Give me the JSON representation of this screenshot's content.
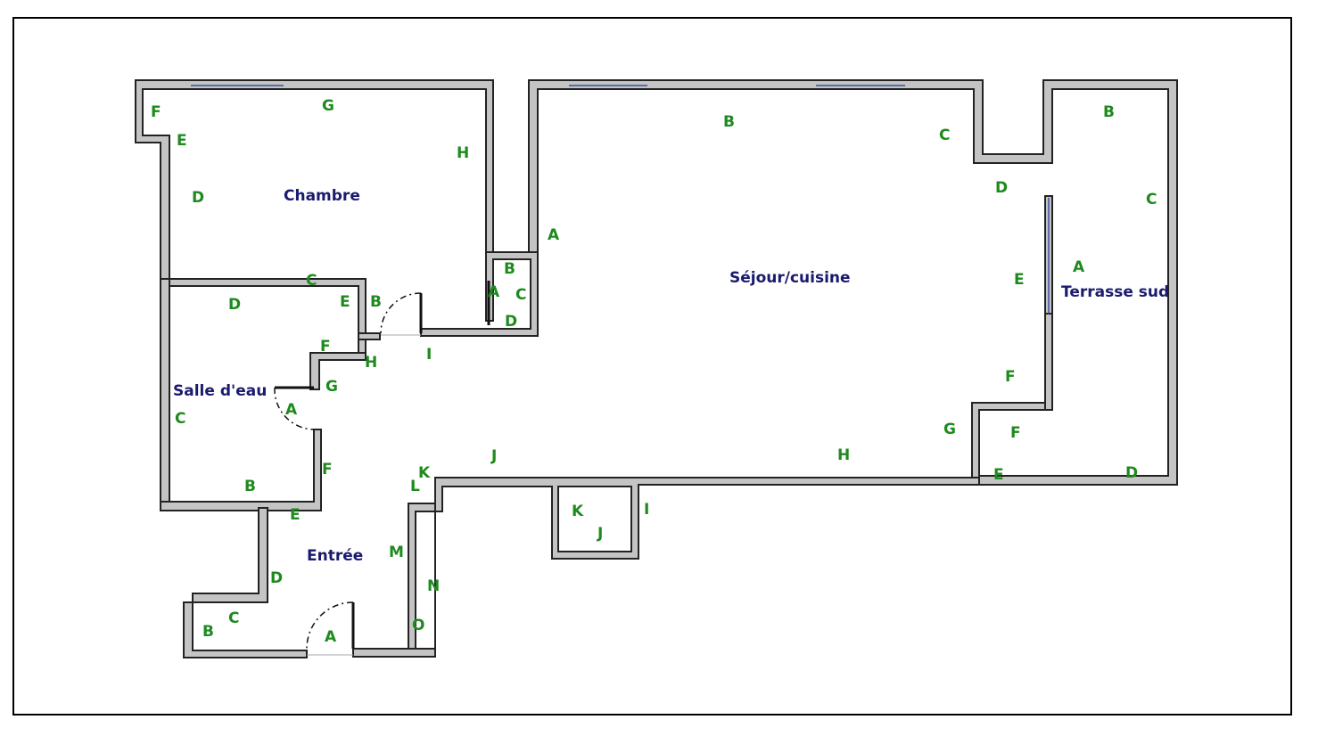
{
  "rooms": {
    "chambre": "Chambre",
    "sejour": "Séjour/cuisine",
    "terrasse": "Terrasse sud",
    "salle_eau": "Salle d'eau",
    "entree": "Entrée"
  },
  "wall_labels": {
    "chambre": [
      "F",
      "G",
      "E",
      "H",
      "D",
      "C"
    ],
    "cupboard": [
      "B",
      "A",
      "C",
      "D"
    ],
    "sejour": [
      "A",
      "B",
      "C",
      "D",
      "E",
      "F",
      "G",
      "H",
      "I",
      "J",
      "K",
      "L",
      "J",
      "K",
      "I"
    ],
    "terrasse": [
      "B",
      "C",
      "A",
      "F",
      "E",
      "D"
    ],
    "salle_eau": [
      "D",
      "E",
      "B",
      "F",
      "H",
      "G",
      "A",
      "C",
      "B",
      "F"
    ],
    "entree": [
      "E",
      "D",
      "C",
      "B",
      "A",
      "M",
      "N",
      "O"
    ]
  },
  "colors": {
    "wall_fill": "#c4c4c4",
    "wall_labels": "#1e8a1e",
    "room_names": "#1a1a6e",
    "windows": "#3a4fa0"
  }
}
